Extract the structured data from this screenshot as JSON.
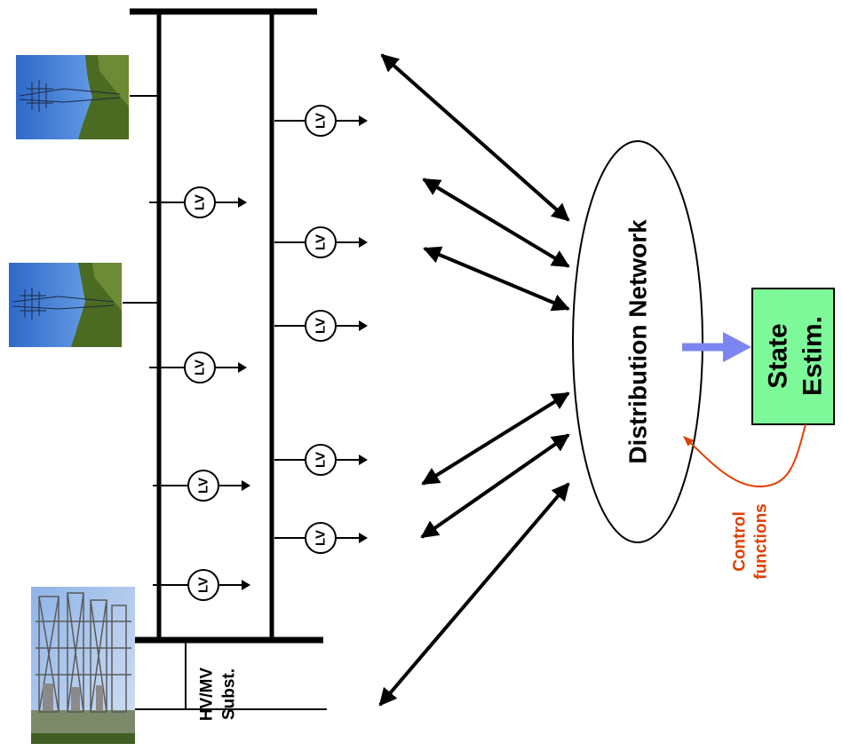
{
  "diagram": {
    "lv_label": "LV",
    "network_label": "Distribution Network",
    "state_estim_line1": "State",
    "state_estim_line2": "Estim.",
    "substation_line1": "HV/MV",
    "substation_line2": "Subst.",
    "control_line1": "Control",
    "control_line2": "functions",
    "colors": {
      "line": "#000000",
      "state_box_fill": "#7ef99a",
      "feed_arrow": "#7b86f0",
      "control": "#e04000",
      "sky": "#3f78cf",
      "foliage": "#4b6a22"
    },
    "icons": [
      "pylon-photo",
      "pylon-photo",
      "substation-photo"
    ]
  }
}
